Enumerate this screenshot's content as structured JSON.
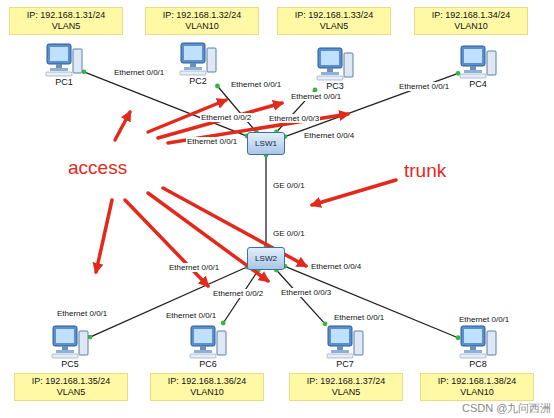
{
  "diagram": {
    "nodes": [
      {
        "text": [
          "IP: 192.168.1.31/24",
          "VLAN5"
        ]
      },
      {
        "text": [
          "IP: 192.168.1.32/24",
          "VLAN10"
        ]
      },
      {
        "text": [
          "IP: 192.168.1.33/24",
          "VLAN5"
        ]
      },
      {
        "text": [
          "IP: 192.168.1.34/24",
          "VLAN10"
        ]
      },
      {
        "text": [
          "PC1"
        ]
      },
      {
        "text": [
          "PC2"
        ]
      },
      {
        "text": [
          "PC3"
        ]
      },
      {
        "text": [
          "PC4"
        ]
      },
      {
        "text": [
          "LSW1"
        ]
      },
      {
        "text": [
          "LSW2"
        ]
      },
      {
        "text": [
          "PC5"
        ]
      },
      {
        "text": [
          "PC6"
        ]
      },
      {
        "text": [
          "PC7"
        ]
      },
      {
        "text": [
          "PC8"
        ]
      },
      {
        "text": [
          "IP: 192.168.1.35/24",
          "VLAN5"
        ]
      },
      {
        "text": [
          "IP: 192.168.1.36/24",
          "VLAN10"
        ]
      },
      {
        "text": [
          "IP: 192.168.1.37/24",
          "VLAN5"
        ]
      },
      {
        "text": [
          "IP: 192.168.1.38/24",
          "VLAN10"
        ]
      }
    ],
    "edges": [
      {
        "from": 4,
        "to": 8,
        "arrow": "none"
      },
      {
        "from": 5,
        "to": 8,
        "arrow": "none"
      },
      {
        "from": 6,
        "to": 8,
        "arrow": "none"
      },
      {
        "from": 7,
        "to": 8,
        "arrow": "none"
      },
      {
        "from": 8,
        "to": 9,
        "arrow": "none"
      },
      {
        "from": 9,
        "to": 10,
        "arrow": "none"
      },
      {
        "from": 9,
        "to": 11,
        "arrow": "none"
      },
      {
        "from": 9,
        "to": 12,
        "arrow": "none"
      },
      {
        "from": 9,
        "to": 13,
        "arrow": "none"
      }
    ],
    "labels": [
      "access",
      "trunk",
      "Ethernet 0/0/1",
      "Ethernet 0/0/1",
      "Ethernet 0/0/1",
      "Ethernet 0/0/2",
      "Ethernet 0/0/1",
      "Ethernet 0/0/3",
      "Ethernet 0/0/1",
      "Ethernet 0/0/4",
      "GE 0/0/1",
      "GE 0/0/1",
      "Ethernet 0/0/1",
      "Ethernet 0/0/2",
      "Ethernet 0/0/3",
      "Ethernet 0/0/4",
      "Ethernet 0/0/1",
      "Ethernet 0/0/1",
      "Ethernet 0/0/1",
      "Ethernet 0/0/1",
      "CSDN @九问西洲"
    ]
  }
}
